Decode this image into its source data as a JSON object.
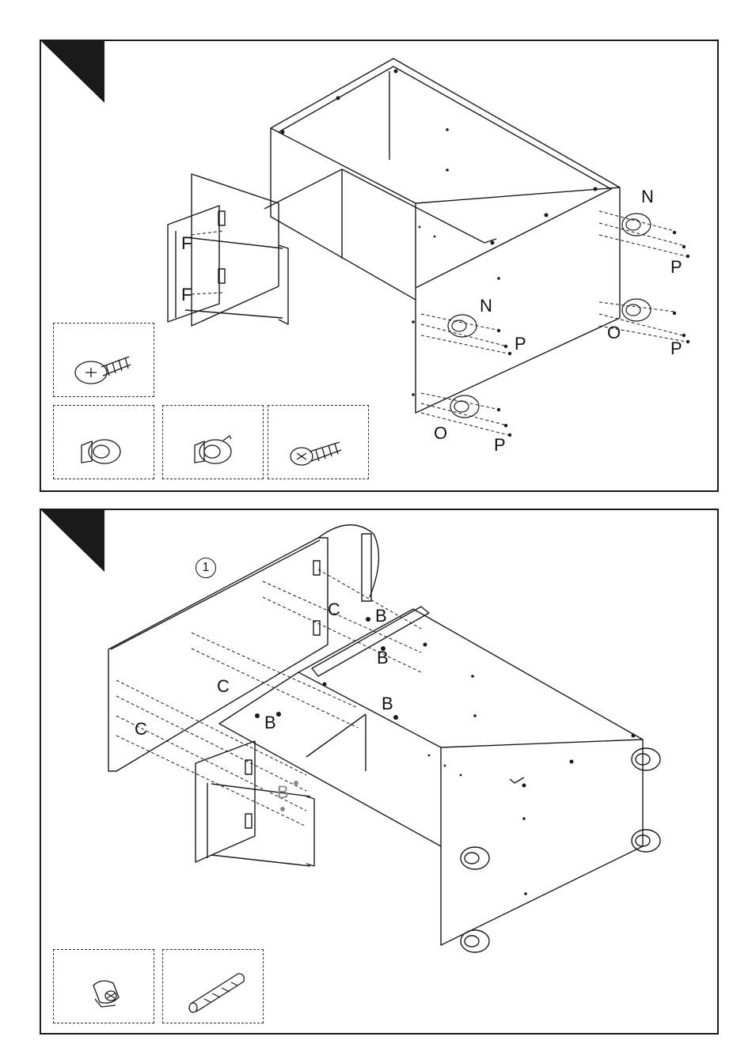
{
  "panel_top": {
    "labels": {
      "F1": "F",
      "F2": "F",
      "N1": "N",
      "N2": "N",
      "O1": "O",
      "O2": "O",
      "P1": "P",
      "P2": "P",
      "P3": "P",
      "P4": "P"
    },
    "hardware_icons": [
      "screw-large-head-icon",
      "caster-wheel-icon",
      "caster-wheel-brake-icon",
      "screw-countersunk-icon"
    ]
  },
  "panel_bottom": {
    "sub_step": "1",
    "labels": {
      "C1": "C",
      "C2": "C",
      "C3": "C",
      "B1": "B",
      "B2": "B",
      "B3": "B",
      "B4": "B",
      "B5": "B"
    },
    "hardware_icons": [
      "cam-lock-icon",
      "wood-dowel-icon"
    ]
  },
  "colors": {
    "line": "#1a1a1a",
    "corner": "#1a1a1a",
    "grey_label": "#8a8a8a"
  }
}
